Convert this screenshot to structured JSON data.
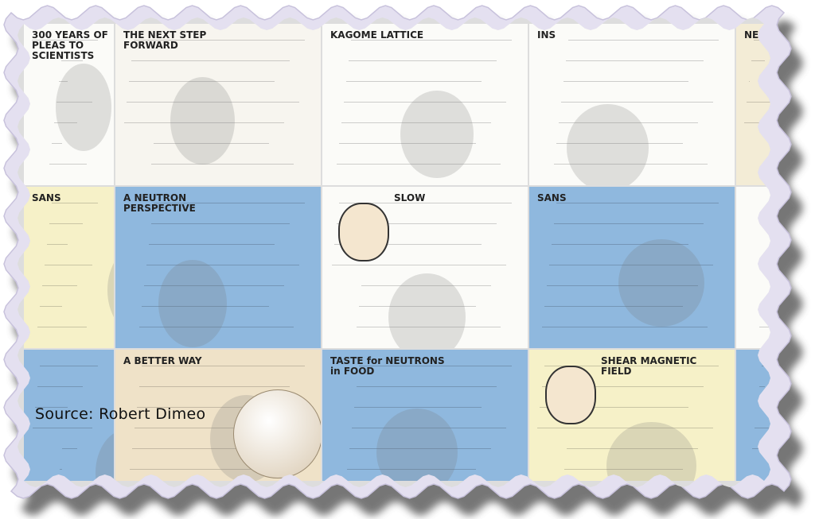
{
  "caption": "Source:  Robert Dimeo",
  "colors": {
    "border": "#e4e0f0",
    "shadow": "#555555",
    "cream": "#f6f1c8",
    "blue": "#8fb8de",
    "white": "#fbfbf8",
    "tan": "#efe2c8"
  },
  "tiles": [
    {
      "bg": "#fbfbf8",
      "title": "300 YEARS OF PLEAS TO SCIENTISTS"
    },
    {
      "bg": "#f7f5ef",
      "title": "THE NEXT STEP FORWARD"
    },
    {
      "bg": "#fbfbf8",
      "title": "KAGOME LATTICE"
    },
    {
      "bg": "#fbfbf8",
      "title": "INS"
    },
    {
      "bg": "#f3ecd6",
      "title": "NEUTRONS"
    },
    {
      "bg": "#f6f1c8",
      "title": "SANS"
    },
    {
      "bg": "#8fb8de",
      "title": "A NEUTRON PERSPECTIVE"
    },
    {
      "bg": "#fbfbf8",
      "title": "SLOW"
    },
    {
      "bg": "#8fb8de",
      "title": "SANS"
    },
    {
      "bg": "#fbfbf8",
      "title": ""
    },
    {
      "bg": "#8fb8de",
      "title": ""
    },
    {
      "bg": "#efe2c8",
      "title": "A BETTER WAY"
    },
    {
      "bg": "#8fb8de",
      "title": "TASTE for NEUTRONS in FOOD"
    },
    {
      "bg": "#f6f1c8",
      "title": "SHEAR MAGNETIC FIELD"
    },
    {
      "bg": "#8fb8de",
      "title": ""
    }
  ]
}
